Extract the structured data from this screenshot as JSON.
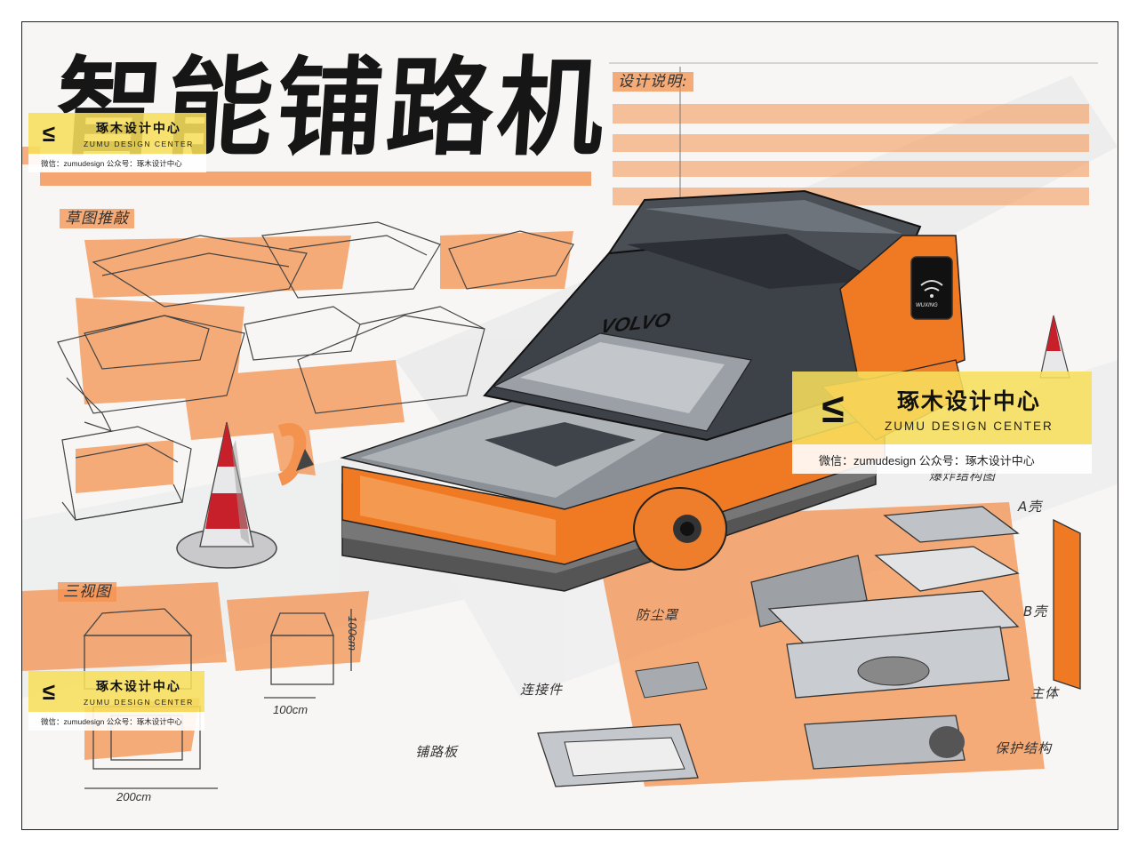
{
  "poster": {
    "title": "智能铺路机",
    "section_design_notes": "设计说明:",
    "section_sketch": "草图推敲",
    "section_three_view": "三视图",
    "section_explosion": "爆炸结构图"
  },
  "car_brand": "VOLVO",
  "screen_text": "WUXING",
  "dimensions": {
    "height": "100cm",
    "width": "100cm",
    "length": "200cm"
  },
  "parts": {
    "shell_a": "A壳",
    "dust_cover": "防尘罩",
    "shell_b": "B壳",
    "connector": "连接件",
    "inner_part": "主体",
    "paving_plate": "铺路板",
    "protective_structure": "保护结构"
  },
  "watermark": {
    "mark": "≤",
    "name_cn": "琢木设计中心",
    "name_en": "ZUMU DESIGN CENTER",
    "wechat_line": "微信：zumudesign    公众号：琢木设计中心"
  },
  "colors": {
    "accent_orange": "#F4924F",
    "dark_body": "#3a3f46",
    "logo_yellow": "#F7DE5C"
  }
}
